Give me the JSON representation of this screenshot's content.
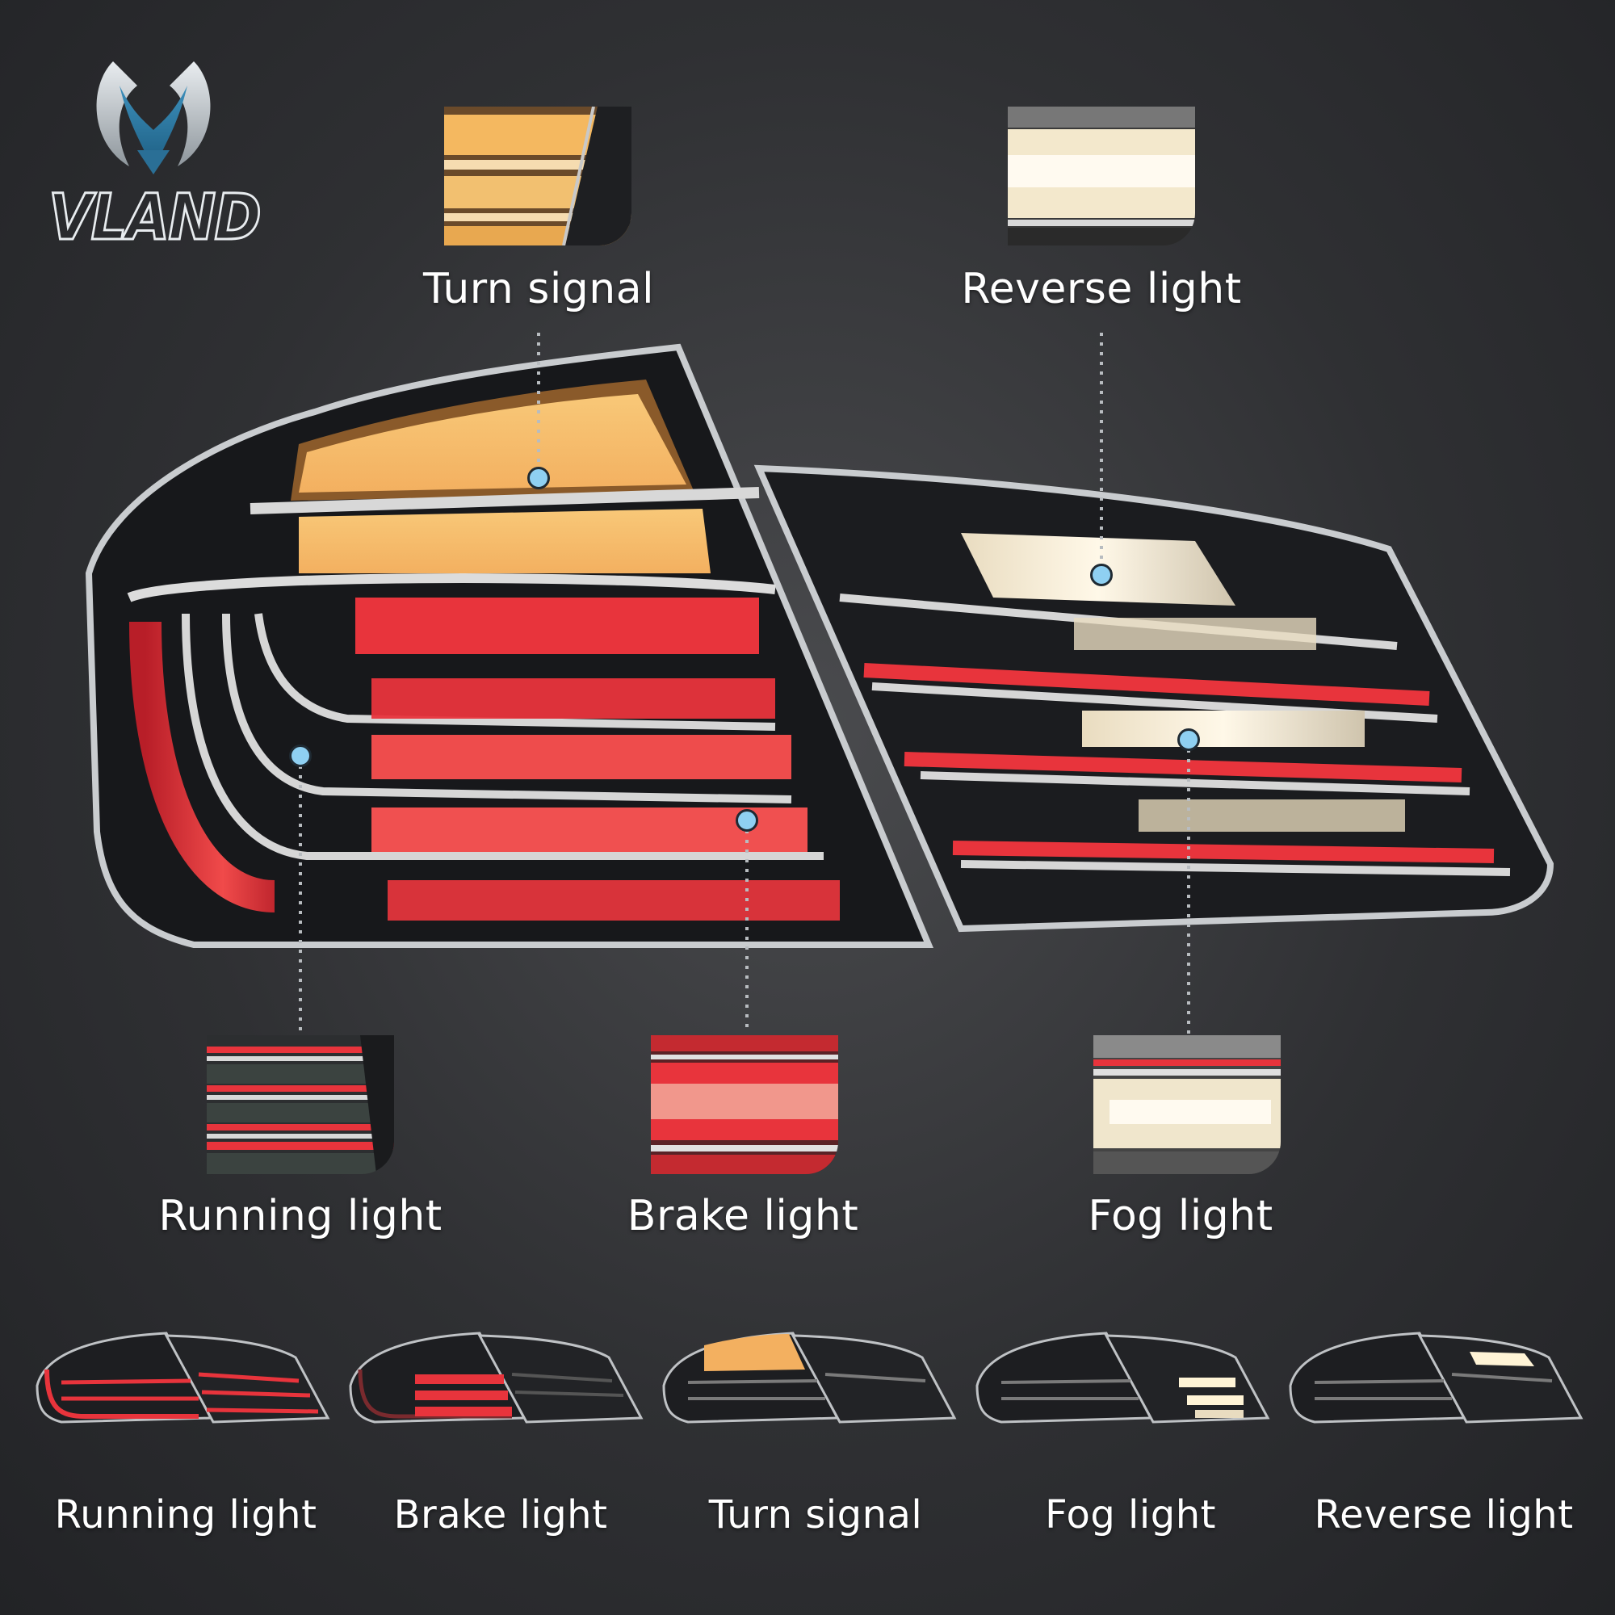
{
  "brand": {
    "name": "VLAND",
    "accent": "#2f7ea8"
  },
  "callouts": {
    "turn_signal": "Turn signal",
    "reverse_light": "Reverse light",
    "running_light": "Running light",
    "brake_light": "Brake light",
    "fog_light": "Fog light"
  },
  "modes": [
    {
      "label": "Running light"
    },
    {
      "label": "Brake light"
    },
    {
      "label": "Turn signal"
    },
    {
      "label": "Fog light"
    },
    {
      "label": "Reverse light"
    }
  ],
  "colors": {
    "red_glow": "#e8343c",
    "amber_glow": "#f6c060",
    "white_glow": "#fff4d6",
    "marker": "#8fd0f2"
  }
}
